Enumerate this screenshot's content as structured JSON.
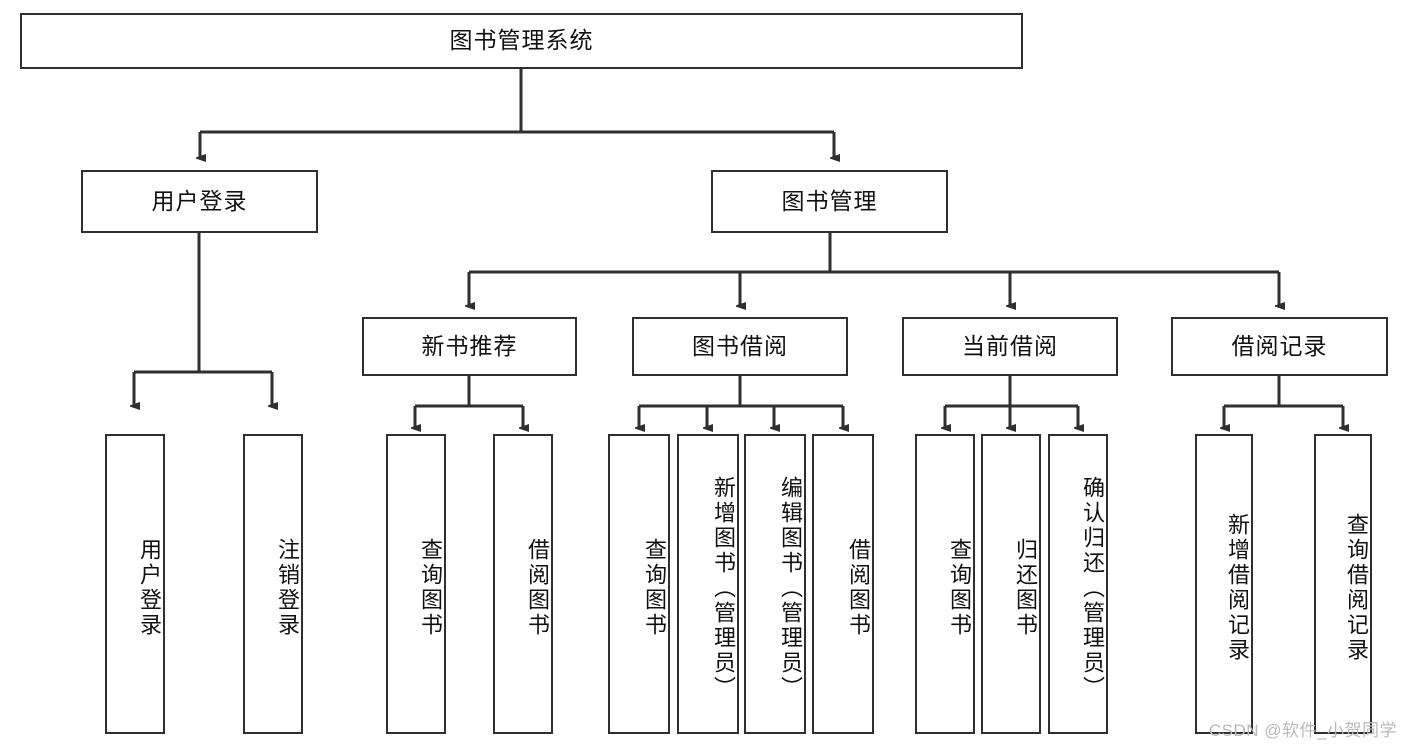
{
  "diagram": {
    "type": "tree-hierarchy",
    "title": "图书管理系统",
    "watermark": "CSDN @软件_小贺同学",
    "colors": {
      "box_border": "#2f2f2f",
      "box_fill": "#ffffff",
      "edge": "#2f2f2f",
      "text": "#111111",
      "watermark": "#b9b9b9"
    },
    "levels": {
      "root": {
        "id": "root",
        "label": "图书管理系统",
        "orientation": "horizontal"
      },
      "level2": [
        {
          "id": "user-login",
          "label": "用户登录",
          "orientation": "horizontal"
        },
        {
          "id": "book-manage",
          "label": "图书管理",
          "orientation": "horizontal"
        }
      ],
      "level3": [
        {
          "id": "new-book-rec",
          "label": "新书推荐",
          "orientation": "horizontal",
          "parent": "book-manage"
        },
        {
          "id": "book-borrow",
          "label": "图书借阅",
          "orientation": "horizontal",
          "parent": "book-manage"
        },
        {
          "id": "current-borrow",
          "label": "当前借阅",
          "orientation": "horizontal",
          "parent": "book-manage"
        },
        {
          "id": "borrow-record",
          "label": "借阅记录",
          "orientation": "horizontal",
          "parent": "book-manage"
        }
      ],
      "leaves": [
        {
          "id": "leaf-user-login",
          "label": "用户登录",
          "parent": "user-login"
        },
        {
          "id": "leaf-logout-login",
          "label": "注销登录",
          "parent": "user-login"
        },
        {
          "id": "leaf-query-book-1",
          "label": "查询图书",
          "parent": "new-book-rec"
        },
        {
          "id": "leaf-borrow-book-1",
          "label": "借阅图书",
          "parent": "new-book-rec"
        },
        {
          "id": "leaf-query-book-2",
          "label": "查询图书",
          "parent": "book-borrow"
        },
        {
          "id": "leaf-add-book",
          "label": "新增图书（管理员）",
          "parent": "book-borrow"
        },
        {
          "id": "leaf-edit-book",
          "label": "编辑图书（管理员）",
          "parent": "book-borrow"
        },
        {
          "id": "leaf-borrow-book-2",
          "label": "借阅图书",
          "parent": "book-borrow"
        },
        {
          "id": "leaf-query-book-3",
          "label": "查询图书",
          "parent": "current-borrow"
        },
        {
          "id": "leaf-return-book",
          "label": "归还图书",
          "parent": "current-borrow"
        },
        {
          "id": "leaf-confirm-return",
          "label": "确认归还（管理员）",
          "parent": "current-borrow"
        },
        {
          "id": "leaf-add-record",
          "label": "新增借阅记录",
          "parent": "borrow-record"
        },
        {
          "id": "leaf-query-record",
          "label": "查询借阅记录",
          "parent": "borrow-record"
        }
      ]
    }
  }
}
